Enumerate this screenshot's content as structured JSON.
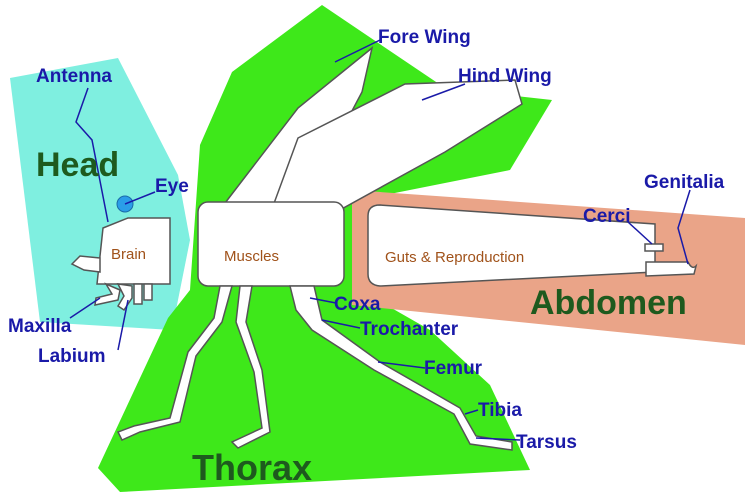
{
  "diagram": {
    "regions": {
      "head": "Head",
      "thorax": "Thorax",
      "abdomen": "Abdomen"
    },
    "organs": {
      "brain": "Brain",
      "muscles": "Muscles",
      "guts": "Guts & Reproduction"
    },
    "parts": {
      "antenna": "Antenna",
      "eye": "Eye",
      "maxilla": "Maxilla",
      "labium": "Labium",
      "fore_wing": "Fore Wing",
      "hind_wing": "Hind Wing",
      "coxa": "Coxa",
      "trochanter": "Trochanter",
      "femur": "Femur",
      "tibia": "Tibia",
      "tarsus": "Tarsus",
      "cerci": "Cerci",
      "genitalia": "Genitalia"
    },
    "colors": {
      "head_region": "#7fefe0",
      "thorax_region": "#3ee81a",
      "abdomen_region": "#eaa488",
      "label_blue": "#1a1aa8",
      "region_text": "#1e5a1e",
      "organ_text": "#a0521a",
      "eye": "#2a9ee8"
    }
  }
}
